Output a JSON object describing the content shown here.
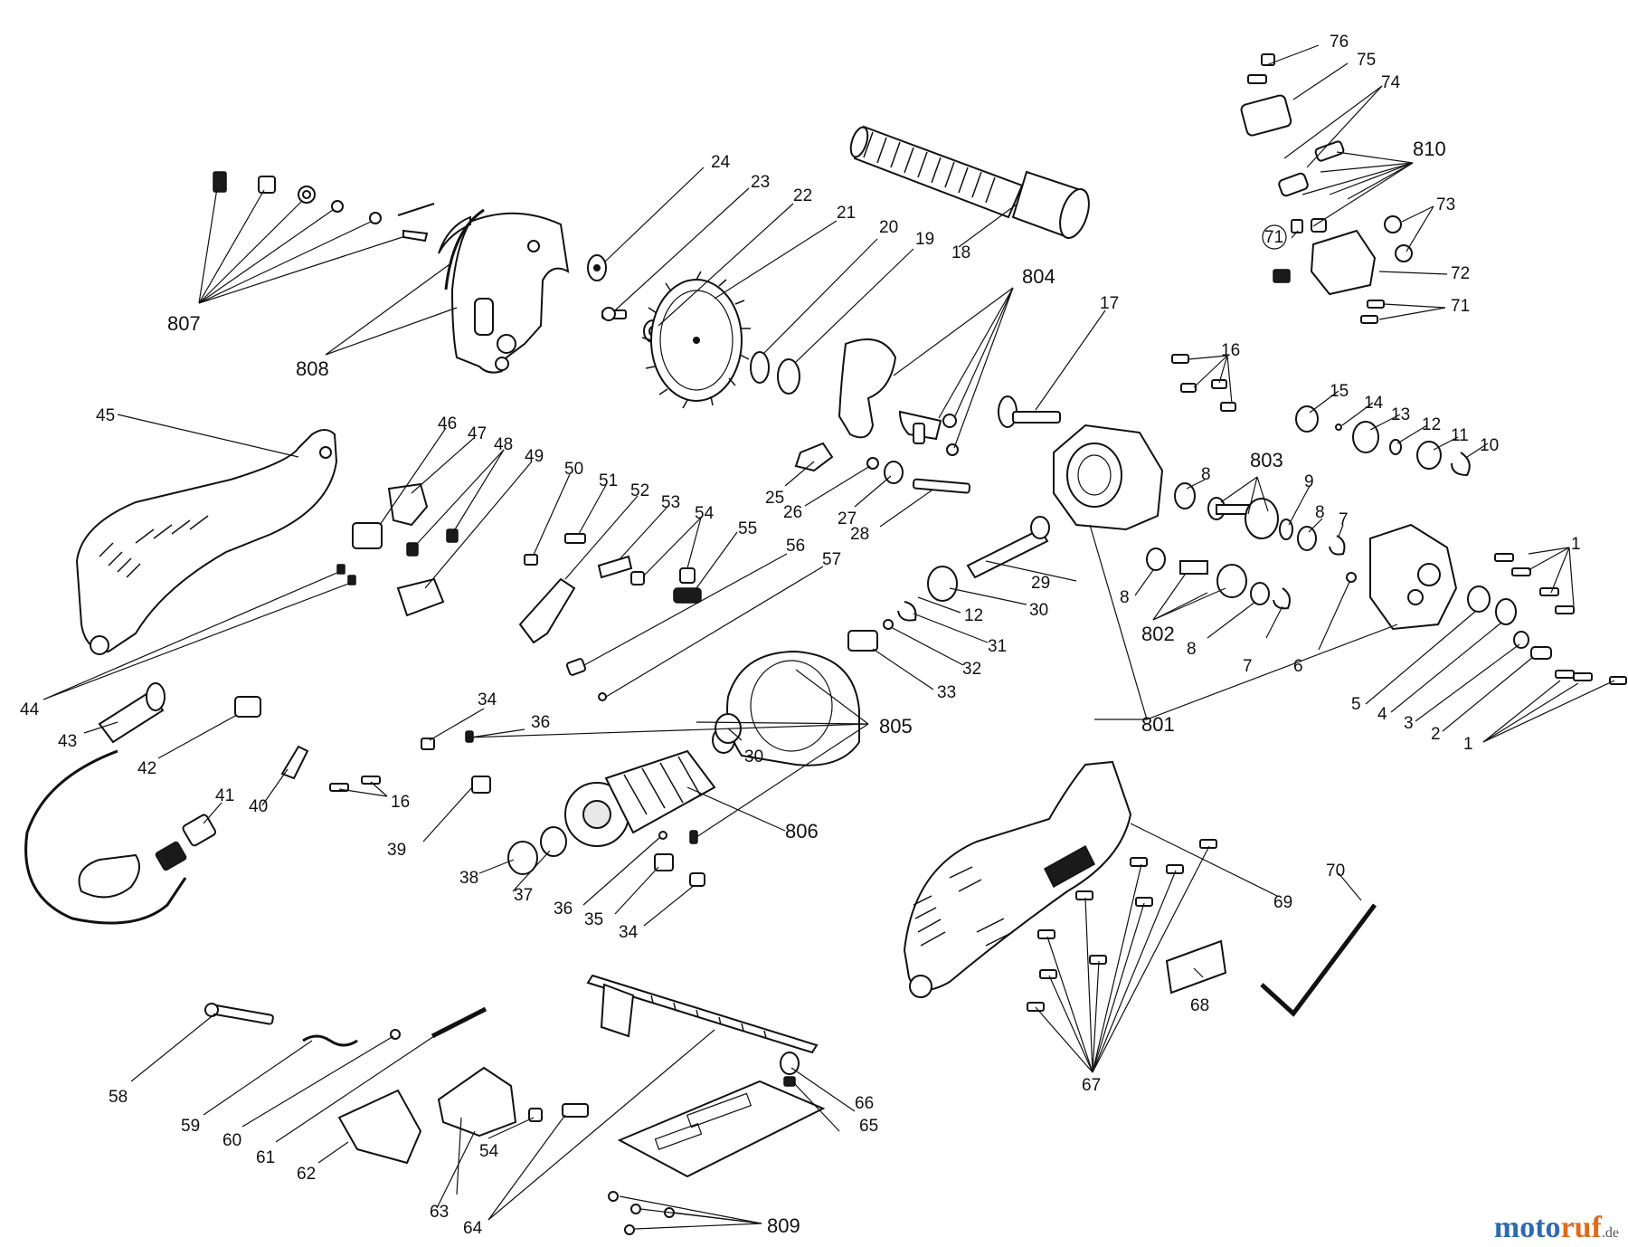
{
  "labels": {
    "l1": "1",
    "l2": "2",
    "l3": "3",
    "l4": "4",
    "l5": "5",
    "l6": "6",
    "l7": "7",
    "l8": "8",
    "l9": "9",
    "l10": "10",
    "l11": "11",
    "l12": "12",
    "l13": "13",
    "l14": "14",
    "l15": "15",
    "l16": "16",
    "l17": "17",
    "l18": "18",
    "l19": "19",
    "l20": "20",
    "l21": "21",
    "l22": "22",
    "l23": "23",
    "l24": "24",
    "l25": "25",
    "l26": "26",
    "l27": "27",
    "l28": "28",
    "l29": "29",
    "l30": "30",
    "l31": "31",
    "l32": "32",
    "l33": "33",
    "l34": "34",
    "l35": "35",
    "l36": "36",
    "l37": "37",
    "l38": "38",
    "l39": "39",
    "l40": "40",
    "l41": "41",
    "l42": "42",
    "l43": "43",
    "l44": "44",
    "l45": "45",
    "l46": "46",
    "l47": "47",
    "l48": "48",
    "l49": "49",
    "l50": "50",
    "l51": "51",
    "l52": "52",
    "l53": "53",
    "l54": "54",
    "l55": "55",
    "l56": "56",
    "l57": "57",
    "l58": "58",
    "l59": "59",
    "l60": "60",
    "l61": "61",
    "l62": "62",
    "l63": "63",
    "l64": "64",
    "l65": "65",
    "l66": "66",
    "l67": "67",
    "l68": "68",
    "l69": "69",
    "l70": "70",
    "l71": "71",
    "l72": "72",
    "l73": "73",
    "l74": "74",
    "l75": "75",
    "l76": "76",
    "l801": "801",
    "l802": "802",
    "l803": "803",
    "l804": "804",
    "l805": "805",
    "l806": "806",
    "l807": "807",
    "l808": "808",
    "l809": "809",
    "l810": "810"
  },
  "watermark": {
    "part1": "moto",
    "part2": "ruf",
    "part3": ".de"
  }
}
